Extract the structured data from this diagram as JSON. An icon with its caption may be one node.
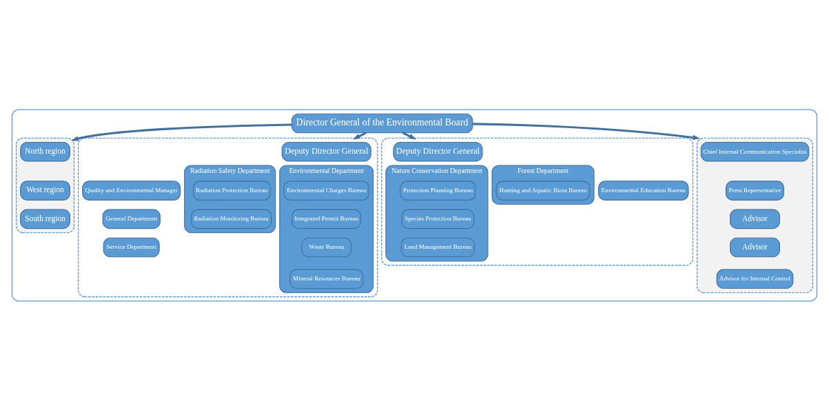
{
  "diagram": {
    "nodes": [
      {
        "text": [],
        "shape": "box"
      },
      {
        "text": [
          "Director General of the Environmental Board"
        ],
        "in": 0
      },
      {
        "text": [],
        "shape": "box",
        "in": 0
      },
      {
        "text": [
          "North region"
        ],
        "in": 2
      },
      {
        "text": [
          "West region"
        ],
        "in": 2
      },
      {
        "text": [
          "South region"
        ],
        "in": 2
      },
      {
        "text": [],
        "shape": "box",
        "in": 0
      },
      {
        "text": [
          "Deputy Director General"
        ],
        "in": 6
      },
      {
        "text": [
          "Quality and Environmental Manager"
        ],
        "in": 6
      },
      {
        "text": [
          "General Department"
        ],
        "in": 6
      },
      {
        "text": [
          "Service Department"
        ],
        "in": 6
      },
      {
        "text": [
          "Radiation Safety Department"
        ],
        "in": 6
      },
      {
        "text": [
          "Radiation Protection Bureau"
        ],
        "in": 11
      },
      {
        "text": [
          "Radiation Monitoring Bureau"
        ],
        "in": 11
      },
      {
        "text": [
          "Environmental Department"
        ],
        "in": 6
      },
      {
        "text": [
          "Environmental Charges Bureau"
        ],
        "in": 14
      },
      {
        "text": [
          "Integrated Permit Bureau"
        ],
        "in": 14
      },
      {
        "text": [
          "Waste Bureau"
        ],
        "in": 14
      },
      {
        "text": [
          "Mineral Resources Bureau"
        ],
        "in": 14
      },
      {
        "text": [],
        "shape": "box",
        "in": 0
      },
      {
        "text": [
          "Deputy Director General"
        ],
        "in": 19
      },
      {
        "text": [
          "Nature Conservation Department"
        ],
        "in": 19
      },
      {
        "text": [
          "Protection Planning Bureau"
        ],
        "in": 21
      },
      {
        "text": [
          "Species Protection Bureau"
        ],
        "in": 21
      },
      {
        "text": [
          "Land Management Bureau"
        ],
        "in": 21
      },
      {
        "text": [
          "Forest Department"
        ],
        "in": 19
      },
      {
        "text": [
          "Hunting and Aquatic Biota Bureau"
        ],
        "in": 25
      },
      {
        "text": [
          "Environmental Education Bureau"
        ],
        "in": 19
      },
      {
        "text": [],
        "shape": "box",
        "in": 0
      },
      {
        "text": [
          "Chief Internal Communication Specialist"
        ],
        "in": 28
      },
      {
        "text": [
          "Press Representative"
        ],
        "in": 28
      },
      {
        "text": [
          "Advisor"
        ],
        "in": 28
      },
      {
        "text": [
          "Advisor"
        ],
        "in": 28
      },
      {
        "text": [
          "Advisor for Internal Control"
        ],
        "in": 28
      }
    ],
    "edges": [
      {
        "from": 1,
        "to": 2,
        "arrow": "to"
      },
      {
        "from": 1,
        "to": 6,
        "arrow": "to"
      },
      {
        "from": 1,
        "to": 19,
        "arrow": "to"
      },
      {
        "from": 1,
        "to": 28,
        "arrow": "to"
      }
    ]
  }
}
